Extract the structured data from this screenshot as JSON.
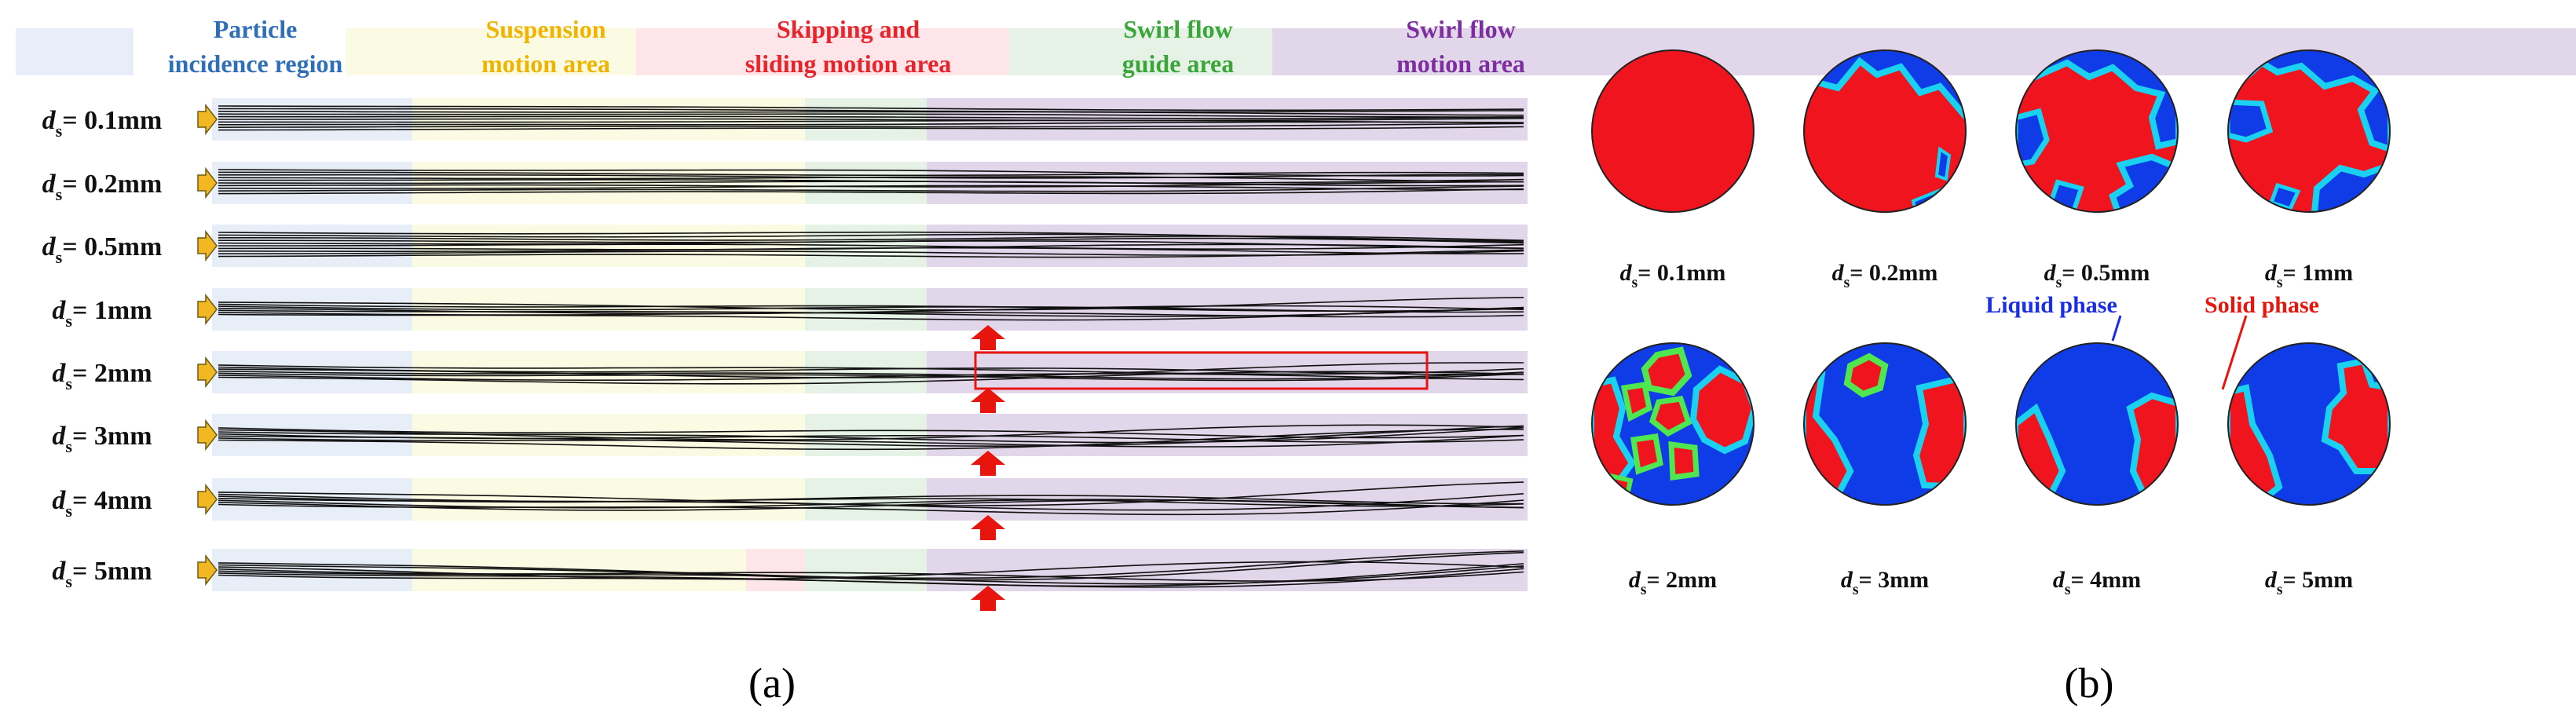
{
  "panel_a": {
    "caption": "(a)",
    "legend": [
      {
        "line1": "Particle",
        "line2": "incidence region",
        "swatch": "#e8eef8",
        "text_color": "#2f6fb8"
      },
      {
        "line1": "Suspension",
        "line2": "motion area",
        "swatch": "#fbfbe4",
        "text_color": "#f0b400"
      },
      {
        "line1": "Skipping and",
        "line2": "sliding motion area",
        "swatch": "#fde5ea",
        "text_color": "#e8232a"
      },
      {
        "line1": "Swirl flow",
        "line2": "guide area",
        "swatch": "#e6f2e6",
        "text_color": "#3aa63a"
      },
      {
        "line1": "Swirl flow",
        "line2": "motion area",
        "swatch": "#e2d6ea",
        "text_color": "#7d2e9e"
      }
    ],
    "rows": [
      {
        "sym": "d",
        "sub": "s",
        "val": "= 0.1mm",
        "red_arrow": false,
        "has_skip_region": false
      },
      {
        "sym": "d",
        "sub": "s",
        "val": "= 0.2mm",
        "red_arrow": false,
        "has_skip_region": false
      },
      {
        "sym": "d",
        "sub": "s",
        "val": "= 0.5mm",
        "red_arrow": false,
        "has_skip_region": false
      },
      {
        "sym": "d",
        "sub": "s",
        "val": "= 1mm",
        "red_arrow": true,
        "has_skip_region": false
      },
      {
        "sym": "d",
        "sub": "s",
        "val": "= 2mm",
        "red_arrow": true,
        "has_skip_region": false,
        "highlight_box": true
      },
      {
        "sym": "d",
        "sub": "s",
        "val": "= 3mm",
        "red_arrow": true,
        "has_skip_region": false
      },
      {
        "sym": "d",
        "sub": "s",
        "val": "= 4mm",
        "red_arrow": true,
        "has_skip_region": false
      },
      {
        "sym": "d",
        "sub": "s",
        "val": "= 5mm",
        "red_arrow": true,
        "has_skip_region": true
      }
    ],
    "colors": {
      "trajectory": "#111111",
      "inlet_arrow": "#f2b824",
      "red_arrow": "#e8140e",
      "highlight": "#e8140e"
    }
  },
  "panel_b": {
    "caption": "(b)",
    "phase_labels": {
      "liquid": {
        "text": "Liquid phase",
        "color": "#1a2ee8"
      },
      "solid": {
        "text": "Solid phase",
        "color": "#e8140e"
      }
    },
    "sections": [
      {
        "sym": "d",
        "sub": "s",
        "val": "= 0.1mm"
      },
      {
        "sym": "d",
        "sub": "s",
        "val": "= 0.2mm"
      },
      {
        "sym": "d",
        "sub": "s",
        "val": "= 0.5mm"
      },
      {
        "sym": "d",
        "sub": "s",
        "val": "= 1mm"
      },
      {
        "sym": "d",
        "sub": "s",
        "val": "= 2mm"
      },
      {
        "sym": "d",
        "sub": "s",
        "val": "= 3mm"
      },
      {
        "sym": "d",
        "sub": "s",
        "val": "= 4mm"
      },
      {
        "sym": "d",
        "sub": "s",
        "val": "= 5mm"
      }
    ],
    "colors": {
      "solid": "#f0141e",
      "liquid": "#0f3ce6",
      "interface_outer": "#1ad2f0",
      "interface_mid": "#50e650",
      "interface_inner": "#f0e61e"
    }
  }
}
